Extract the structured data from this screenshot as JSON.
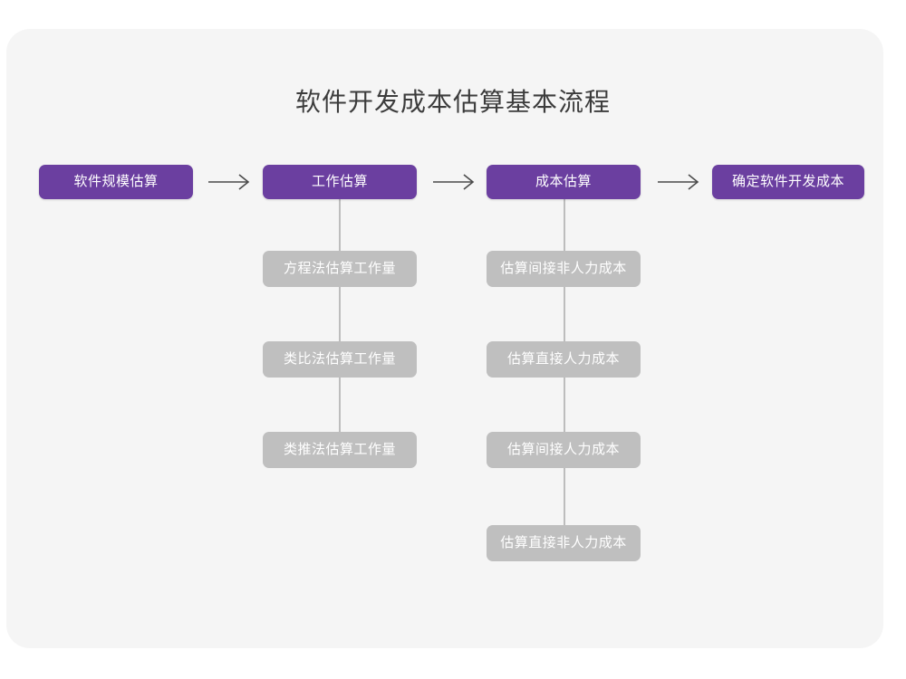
{
  "diagram": {
    "title": "软件开发成本估算基本流程",
    "type": "flowchart",
    "theme": {
      "page_background": "#ffffff",
      "card_background": "#f5f5f5",
      "primary_node_color": "#6b3fa0",
      "secondary_node_color": "#bfbfbf",
      "node_text_color": "#ffffff",
      "title_text_color": "#3c3c3c",
      "connector_color": "#bdbdbd",
      "arrow_color": "#4a4a4a"
    },
    "main_flow": [
      {
        "id": "step-1",
        "label": "软件规模估算"
      },
      {
        "id": "step-2",
        "label": "工作估算"
      },
      {
        "id": "step-3",
        "label": "成本估算"
      },
      {
        "id": "step-4",
        "label": "确定软件开发成本"
      }
    ],
    "arrows": [
      {
        "id": "arrow-1",
        "from": "step-1",
        "to": "step-2",
        "glyph": "right-arrow"
      },
      {
        "id": "arrow-2",
        "from": "step-2",
        "to": "step-3",
        "glyph": "right-arrow"
      },
      {
        "id": "arrow-3",
        "from": "step-3",
        "to": "step-4",
        "glyph": "right-arrow"
      }
    ],
    "sub_flows": [
      {
        "parent": "step-2",
        "parent_label": "工作估算",
        "items": [
          "方程法估算工作量",
          "类比法估算工作量",
          "类推法估算工作量"
        ]
      },
      {
        "parent": "step-3",
        "parent_label": "成本估算",
        "items": [
          "估算间接非人力成本",
          "估算直接人力成本",
          "估算间接人力成本",
          "估算直接非人力成本"
        ]
      }
    ]
  }
}
